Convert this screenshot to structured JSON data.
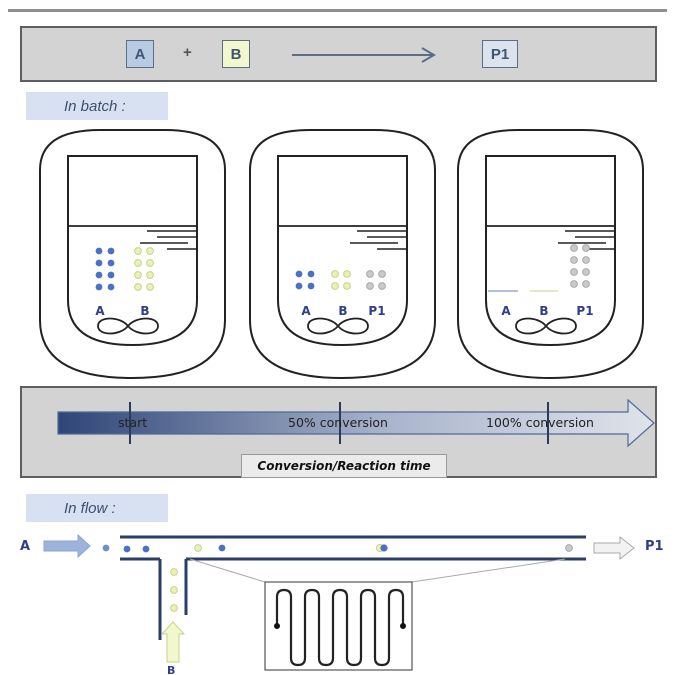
{
  "reaction": {
    "reactant_a": "A",
    "plus": "+",
    "reactant_b": "B",
    "product": "P1"
  },
  "batch": {
    "label": "In batch :",
    "reactors": [
      {
        "labels": [
          "A",
          "B"
        ],
        "state": "initial"
      },
      {
        "labels": [
          "A",
          "B",
          "P1"
        ],
        "state": "half-converted"
      },
      {
        "labels": [
          "A",
          "B",
          "P1"
        ],
        "state": "fully-converted"
      }
    ]
  },
  "conversion": {
    "stages": [
      "start",
      "50% conversion",
      "100% conversion"
    ],
    "axis_label": "Conversion/Reaction time"
  },
  "flow": {
    "label": "In flow :",
    "inlet_a": "A",
    "inlet_b": "B",
    "outlet": "P1"
  },
  "colors": {
    "species_a": "#4a72c4",
    "species_b": "#eaf0b6",
    "species_b_stroke": "#c9d28a",
    "product": "#c9c9c9",
    "box_a_fill": "#b9cbe2",
    "box_b_fill": "#f3f7cc",
    "box_p_fill": "#dde3ec",
    "tube": "#2b3e6b"
  }
}
